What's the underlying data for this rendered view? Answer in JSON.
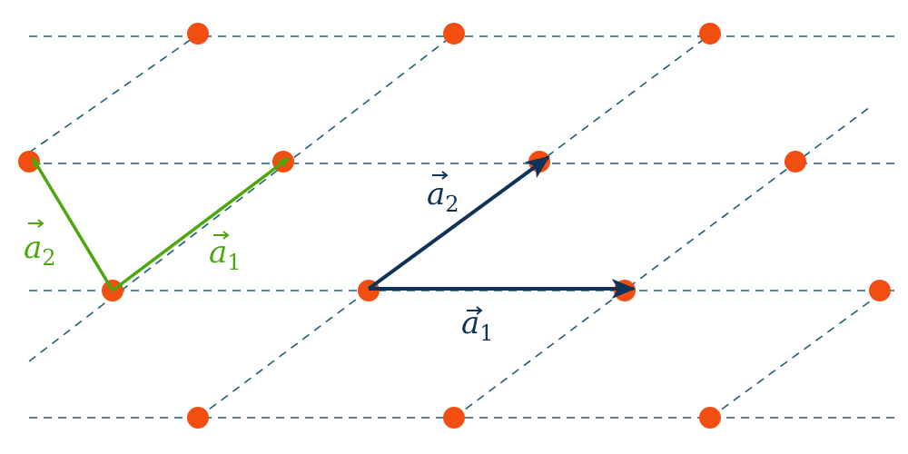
{
  "colors": {
    "lattice_point": "#f24e12",
    "dashed_line": "#1f5f73",
    "vector_green": "#4aa80c",
    "vector_navy": "#0f3358"
  },
  "labels": {
    "green_a1": {
      "base": "a",
      "sub": "1"
    },
    "green_a2": {
      "base": "a",
      "sub": "2"
    },
    "navy_a1": {
      "base": "a",
      "sub": "1"
    },
    "navy_a2": {
      "base": "a",
      "sub": "2"
    }
  }
}
